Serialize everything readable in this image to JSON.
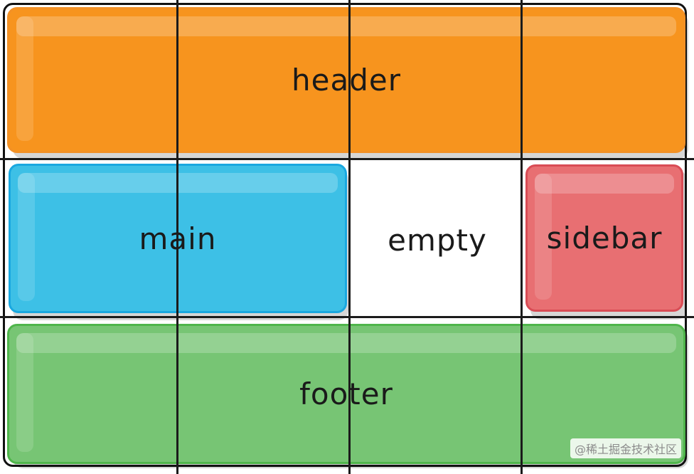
{
  "areas": {
    "header": "header",
    "main": "main",
    "empty": "empty",
    "sidebar": "sidebar",
    "footer": "footer"
  },
  "colors": {
    "header": "#f7941e",
    "main": "#3dc0e6",
    "sidebar": "#e86f72",
    "footer": "#77c574",
    "grid": "#1b1b1b"
  },
  "watermark": "@稀土掘金技术社区"
}
